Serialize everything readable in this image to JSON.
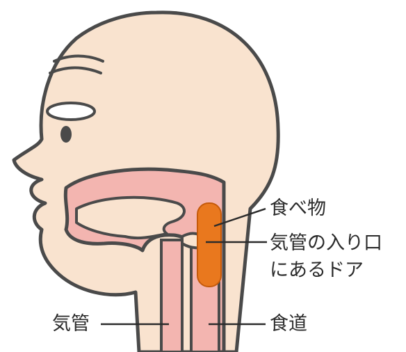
{
  "labels": {
    "food": "食べ物",
    "door_line1": "気管の入り口",
    "door_line2": "にあるドア",
    "trachea": "気管",
    "esophagus": "食道"
  },
  "colors": {
    "skin": "#f9e3cf",
    "tissue": "#f3b5b0",
    "food": "#e9781e",
    "outline": "#4a4a4a",
    "text": "#2b2b2b"
  }
}
